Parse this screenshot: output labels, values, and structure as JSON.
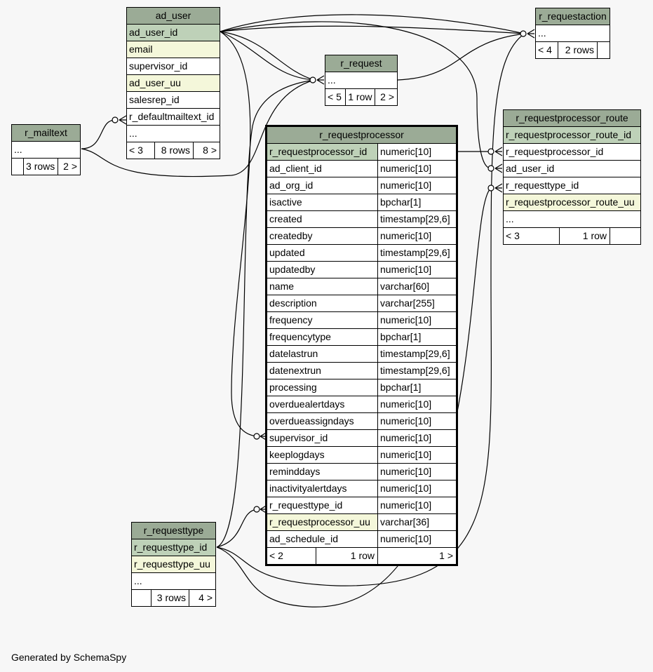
{
  "footer": "Generated by SchemaSpy",
  "ad_user": {
    "title": "ad_user",
    "columns": [
      "ad_user_id",
      "email",
      "supervisor_id",
      "ad_user_uu",
      "salesrep_id",
      "r_defaultmailtext_id",
      "..."
    ],
    "foot": [
      "< 3",
      "8 rows",
      "8 >"
    ]
  },
  "r_mailtext": {
    "title": "r_mailtext",
    "columns": [
      "..."
    ],
    "foot": [
      "",
      "3 rows",
      "2 >"
    ]
  },
  "r_request": {
    "title": "r_request",
    "columns": [
      "..."
    ],
    "foot": [
      "< 5",
      "1 row",
      "2 >"
    ]
  },
  "r_requestaction": {
    "title": "r_requestaction",
    "columns": [
      "..."
    ],
    "foot": [
      "< 4",
      "2 rows",
      ""
    ]
  },
  "r_requestprocessor_route": {
    "title": "r_requestprocessor_route",
    "columns": [
      "r_requestprocessor_route_id",
      "r_requestprocessor_id",
      "ad_user_id",
      "r_requesttype_id",
      "r_requestprocessor_route_uu",
      "..."
    ],
    "foot": [
      "< 3",
      "1 row",
      ""
    ]
  },
  "r_requesttype": {
    "title": "r_requesttype",
    "columns": [
      "r_requesttype_id",
      "r_requesttype_uu",
      "..."
    ],
    "foot": [
      "",
      "3 rows",
      "4 >"
    ]
  },
  "r_requestprocessor": {
    "title": "r_requestprocessor",
    "columns": [
      {
        "name": "r_requestprocessor_id",
        "type": "numeric[10]"
      },
      {
        "name": "ad_client_id",
        "type": "numeric[10]"
      },
      {
        "name": "ad_org_id",
        "type": "numeric[10]"
      },
      {
        "name": "isactive",
        "type": "bpchar[1]"
      },
      {
        "name": "created",
        "type": "timestamp[29,6]"
      },
      {
        "name": "createdby",
        "type": "numeric[10]"
      },
      {
        "name": "updated",
        "type": "timestamp[29,6]"
      },
      {
        "name": "updatedby",
        "type": "numeric[10]"
      },
      {
        "name": "name",
        "type": "varchar[60]"
      },
      {
        "name": "description",
        "type": "varchar[255]"
      },
      {
        "name": "frequency",
        "type": "numeric[10]"
      },
      {
        "name": "frequencytype",
        "type": "bpchar[1]"
      },
      {
        "name": "datelastrun",
        "type": "timestamp[29,6]"
      },
      {
        "name": "datenextrun",
        "type": "timestamp[29,6]"
      },
      {
        "name": "processing",
        "type": "bpchar[1]"
      },
      {
        "name": "overduealertdays",
        "type": "numeric[10]"
      },
      {
        "name": "overdueassigndays",
        "type": "numeric[10]"
      },
      {
        "name": "supervisor_id",
        "type": "numeric[10]"
      },
      {
        "name": "keeplogdays",
        "type": "numeric[10]"
      },
      {
        "name": "reminddays",
        "type": "numeric[10]"
      },
      {
        "name": "inactivityalertdays",
        "type": "numeric[10]"
      },
      {
        "name": "r_requesttype_id",
        "type": "numeric[10]"
      },
      {
        "name": "r_requestprocessor_uu",
        "type": "varchar[36]"
      },
      {
        "name": "ad_schedule_id",
        "type": "numeric[10]"
      }
    ],
    "foot": [
      "< 2",
      "1 row",
      "1 >"
    ]
  }
}
